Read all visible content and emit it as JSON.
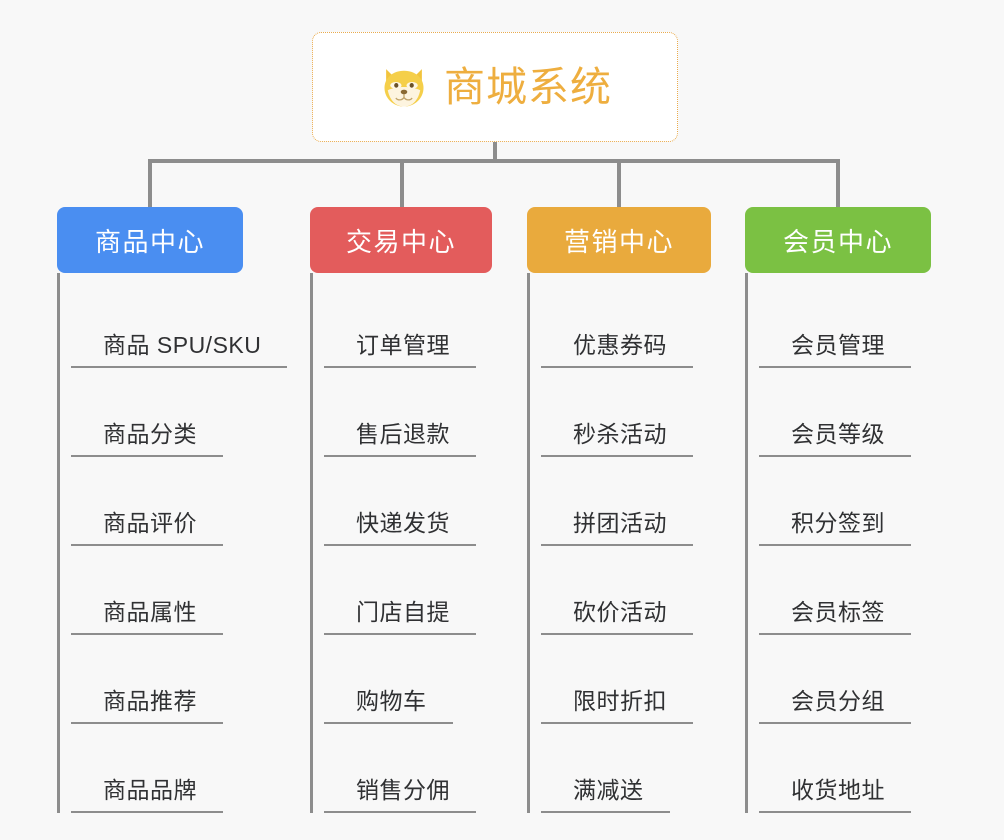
{
  "background_color": "#f8f8f8",
  "root": {
    "title": "商城系统",
    "icon": "shiba-dog-face-emoji",
    "border_color": "#e9ab4e",
    "text_color": "#eeae3f"
  },
  "connector_color": "#8d8d8d",
  "columns": [
    {
      "header": "商品中心",
      "color": "#4a8ef1",
      "items": [
        "商品 SPU/SKU",
        "商品分类",
        "商品评价",
        "商品属性",
        "商品推荐",
        "商品品牌"
      ]
    },
    {
      "header": "交易中心",
      "color": "#e35c5c",
      "items": [
        "订单管理",
        "售后退款",
        "快递发货",
        "门店自提",
        "购物车",
        "销售分佣"
      ]
    },
    {
      "header": "营销中心",
      "color": "#e9aa3d",
      "items": [
        "优惠券码",
        "秒杀活动",
        "拼团活动",
        "砍价活动",
        "限时折扣",
        "满减送"
      ]
    },
    {
      "header": "会员中心",
      "color": "#7bc143",
      "items": [
        "会员管理",
        "会员等级",
        "积分签到",
        "会员标签",
        "会员分组",
        "收货地址"
      ]
    }
  ]
}
